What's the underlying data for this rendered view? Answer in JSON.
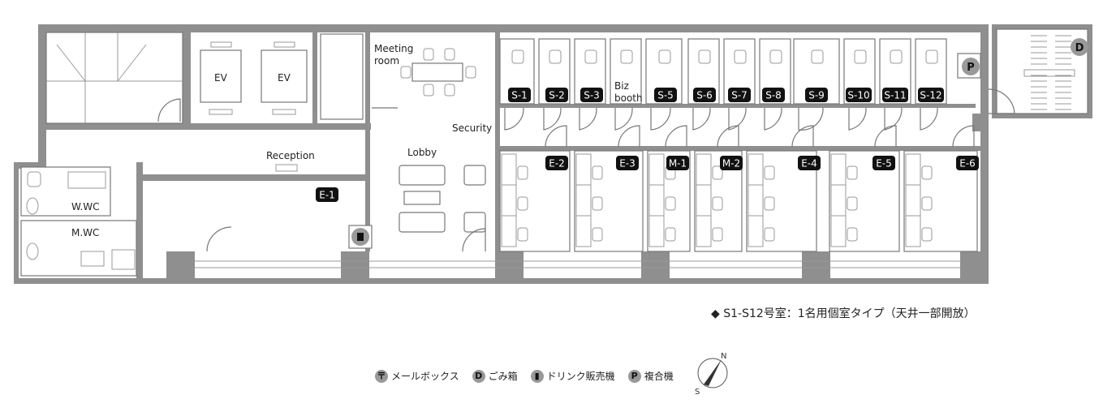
{
  "rooms": {
    "meeting_room_1": "Meeting",
    "meeting_room_2": "room",
    "ev1": "EV",
    "ev2": "EV",
    "reception": "Reception",
    "lobby": "Lobby",
    "security": "Security",
    "wwc": "W.WC",
    "mwc": "M.WC",
    "biz_booth_1": "Biz",
    "biz_booth_2": "booth"
  },
  "tags": {
    "s1": "S-1",
    "s2": "S-2",
    "s3": "S-3",
    "s5": "S-5",
    "s6": "S-6",
    "s7": "S-7",
    "s8": "S-8",
    "s9": "S-9",
    "s10": "S-10",
    "s11": "S-11",
    "s12": "S-12",
    "e1": "E-1",
    "e2": "E-2",
    "e3": "E-3",
    "m1": "M-1",
    "m2": "M-2",
    "e4": "E-4",
    "e5": "E-5",
    "e6": "E-6"
  },
  "markers": {
    "printer": "P",
    "trash": "D"
  },
  "note": "◆ S1-S12号室：1名用個室タイプ（天井一部開放）",
  "legend": [
    {
      "icon": "mailbox-icon",
      "symbol": "〒",
      "label": "メールボックス"
    },
    {
      "icon": "trash-icon",
      "symbol": "D",
      "label": "ごみ箱"
    },
    {
      "icon": "drink-vending-icon",
      "symbol": "▮",
      "label": "ドリンク販売機"
    },
    {
      "icon": "printer-icon",
      "symbol": "P",
      "label": "複合機"
    }
  ],
  "compass": {
    "north": "N",
    "south": "S"
  },
  "colors": {
    "wall": "#8f8f8f",
    "tag": "#111111",
    "marker": "#999999"
  }
}
